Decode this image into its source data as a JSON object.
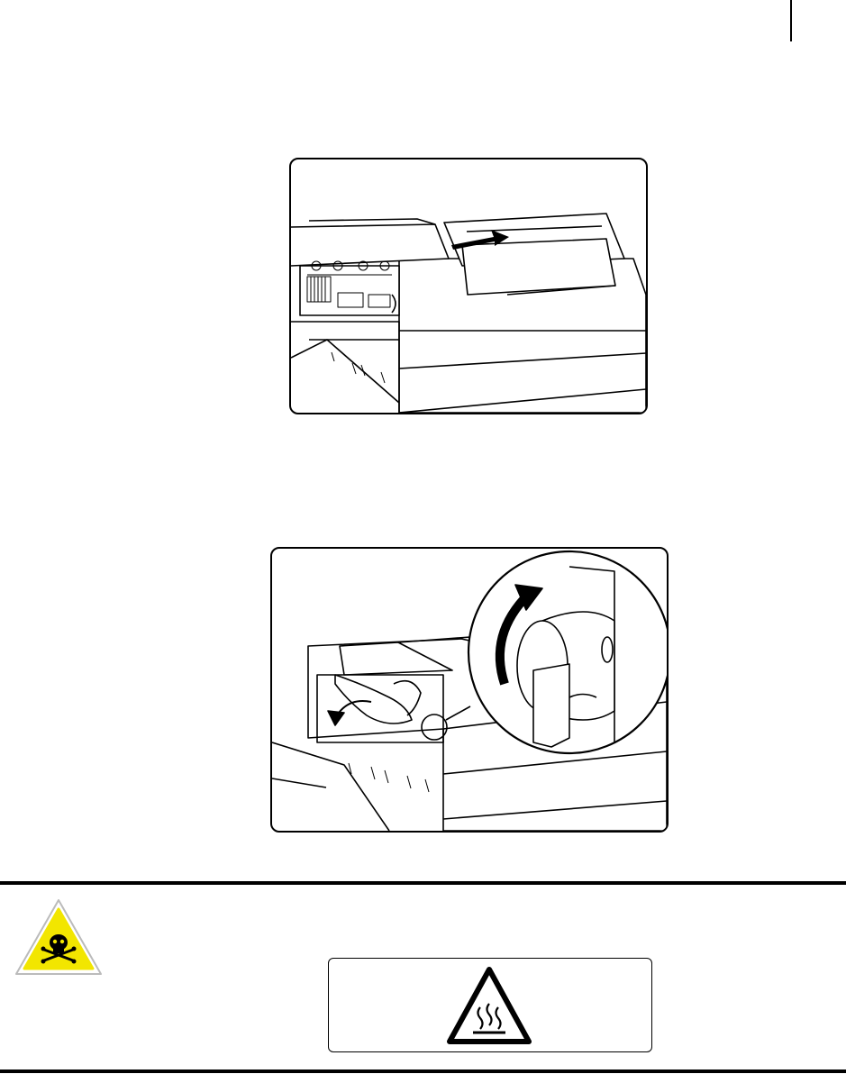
{
  "figures": [
    {
      "subject": "printer-top-cover-paper-removal",
      "arrow_direction": "toward-rear"
    },
    {
      "subject": "fuser-knob-rotation-paper-removal",
      "arrow_direction": "clockwise"
    }
  ],
  "warning": {
    "icon": "skull-crossbones-warning-icon",
    "icon_color": "#f2e600",
    "label_icon": "hot-surface-warning-icon"
  },
  "colors": {
    "line": "#000000",
    "background": "#ffffff"
  }
}
